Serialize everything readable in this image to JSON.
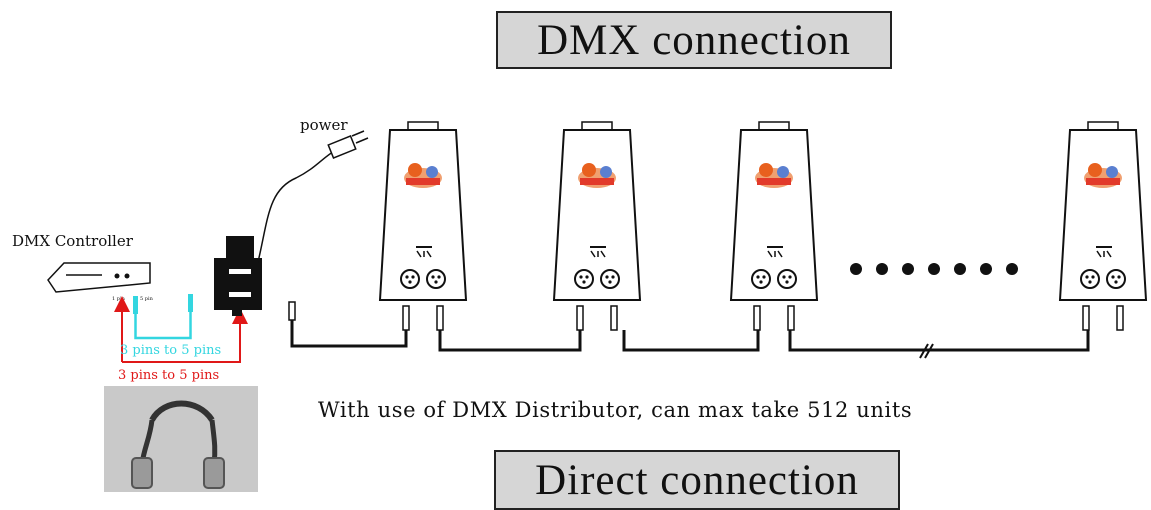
{
  "titles": {
    "top": "DMX connection",
    "bottom": "Direct connection"
  },
  "labels": {
    "controller": "DMX Controller",
    "power": "power",
    "cable_cyan": "3 pins to 5 pins",
    "cable_red": "3 pins to 5 pins",
    "caption": "With use of DMX Distributor, can max take 512 units"
  },
  "icons": {
    "controller": "dmx-controller-icon",
    "distributor": "dmx-distributor-icon",
    "plug": "power-plug-icon",
    "fixture": "stage-fixture-icon",
    "photo": "adapter-cable-photo"
  },
  "colors": {
    "cyan_cable": "#33d6e0",
    "red_arrow": "#e01818",
    "title_bg": "#d6d6d6"
  }
}
